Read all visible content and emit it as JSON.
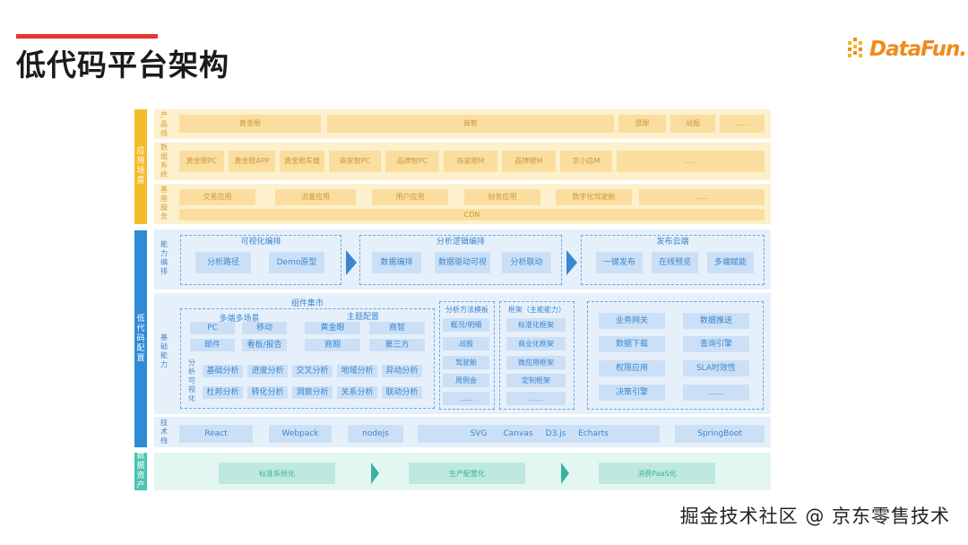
{
  "header": {
    "title": "低代码平台架构",
    "logo_text": "DataFun."
  },
  "sections": {
    "app_scenario": "应用场景",
    "low_code_config": "低代码配置",
    "data_assets": "数据资产"
  },
  "rows": {
    "product_line": {
      "label": "产品线",
      "items": [
        "黄金眼",
        "商智",
        "慧眼",
        "战报",
        "......"
      ]
    },
    "data_system": {
      "label": "数据系统",
      "items": [
        "黄金眼PC",
        "黄金眼APP",
        "黄金眼车载",
        "商家智PC",
        "品牌智PC",
        "商家眼M",
        "品牌眼M",
        "京小店M",
        "......"
      ]
    },
    "infra_service": {
      "label": "基座服务",
      "items": [
        "交易应用",
        "流量应用",
        "用户应用",
        "财务应用",
        "数字化驾驶舱",
        "......"
      ],
      "cdn": "CDN"
    },
    "capability": {
      "label": "能力编排",
      "groups": [
        {
          "title": "可视化编排",
          "items": [
            "分析路径",
            "Demo原型"
          ]
        },
        {
          "title": "分析逻辑编排",
          "items": [
            "数据编排",
            "数据驱动可视",
            "分析联动"
          ]
        },
        {
          "title": "发布云端",
          "items": [
            "一键发布",
            "在线预览",
            "多端赋能"
          ]
        }
      ]
    },
    "basic": {
      "label": "基础能力",
      "market_title": "组件集市",
      "multi_title": "多端多场景",
      "multi_items": [
        "PC",
        "移动",
        "邮件",
        "看板/报告"
      ],
      "theme_title": "主题配置",
      "theme_items": [
        "黄金眼",
        "商智",
        "商期",
        "第三方"
      ],
      "viz_label": "分析可视化",
      "viz_items": [
        "基础分析",
        "进度分析",
        "交叉分析",
        "地域分析",
        "异动分析",
        "杜邦分析",
        "转化分析",
        "洞察分析",
        "关系分析",
        "联动分析"
      ],
      "template_title": "分析方法模板",
      "template_items": [
        "概况/明细",
        "战报",
        "驾驶舱",
        "周例会",
        "......"
      ],
      "framework_title": "框架（主能能力）",
      "framework_items": [
        "标准化框架",
        "商业化框架",
        "微应用框架",
        "定制框架",
        "......"
      ],
      "service_items": [
        "业务网关",
        "数据推送",
        "数据下载",
        "查询引擎",
        "权限应用",
        "SLA时效性",
        "决策引擎",
        "......"
      ]
    },
    "tech": {
      "label": "技术栈",
      "items": [
        "React",
        "Webpack",
        "nodejs",
        "SVG",
        "Canvas",
        "D3.js",
        "Echarts",
        "SpringBoot"
      ]
    },
    "assets": {
      "items": [
        "标准系统化",
        "生产配置化",
        "消费PaaS化"
      ]
    }
  },
  "watermark": "掘金技术社区 @ 京东零售技术"
}
